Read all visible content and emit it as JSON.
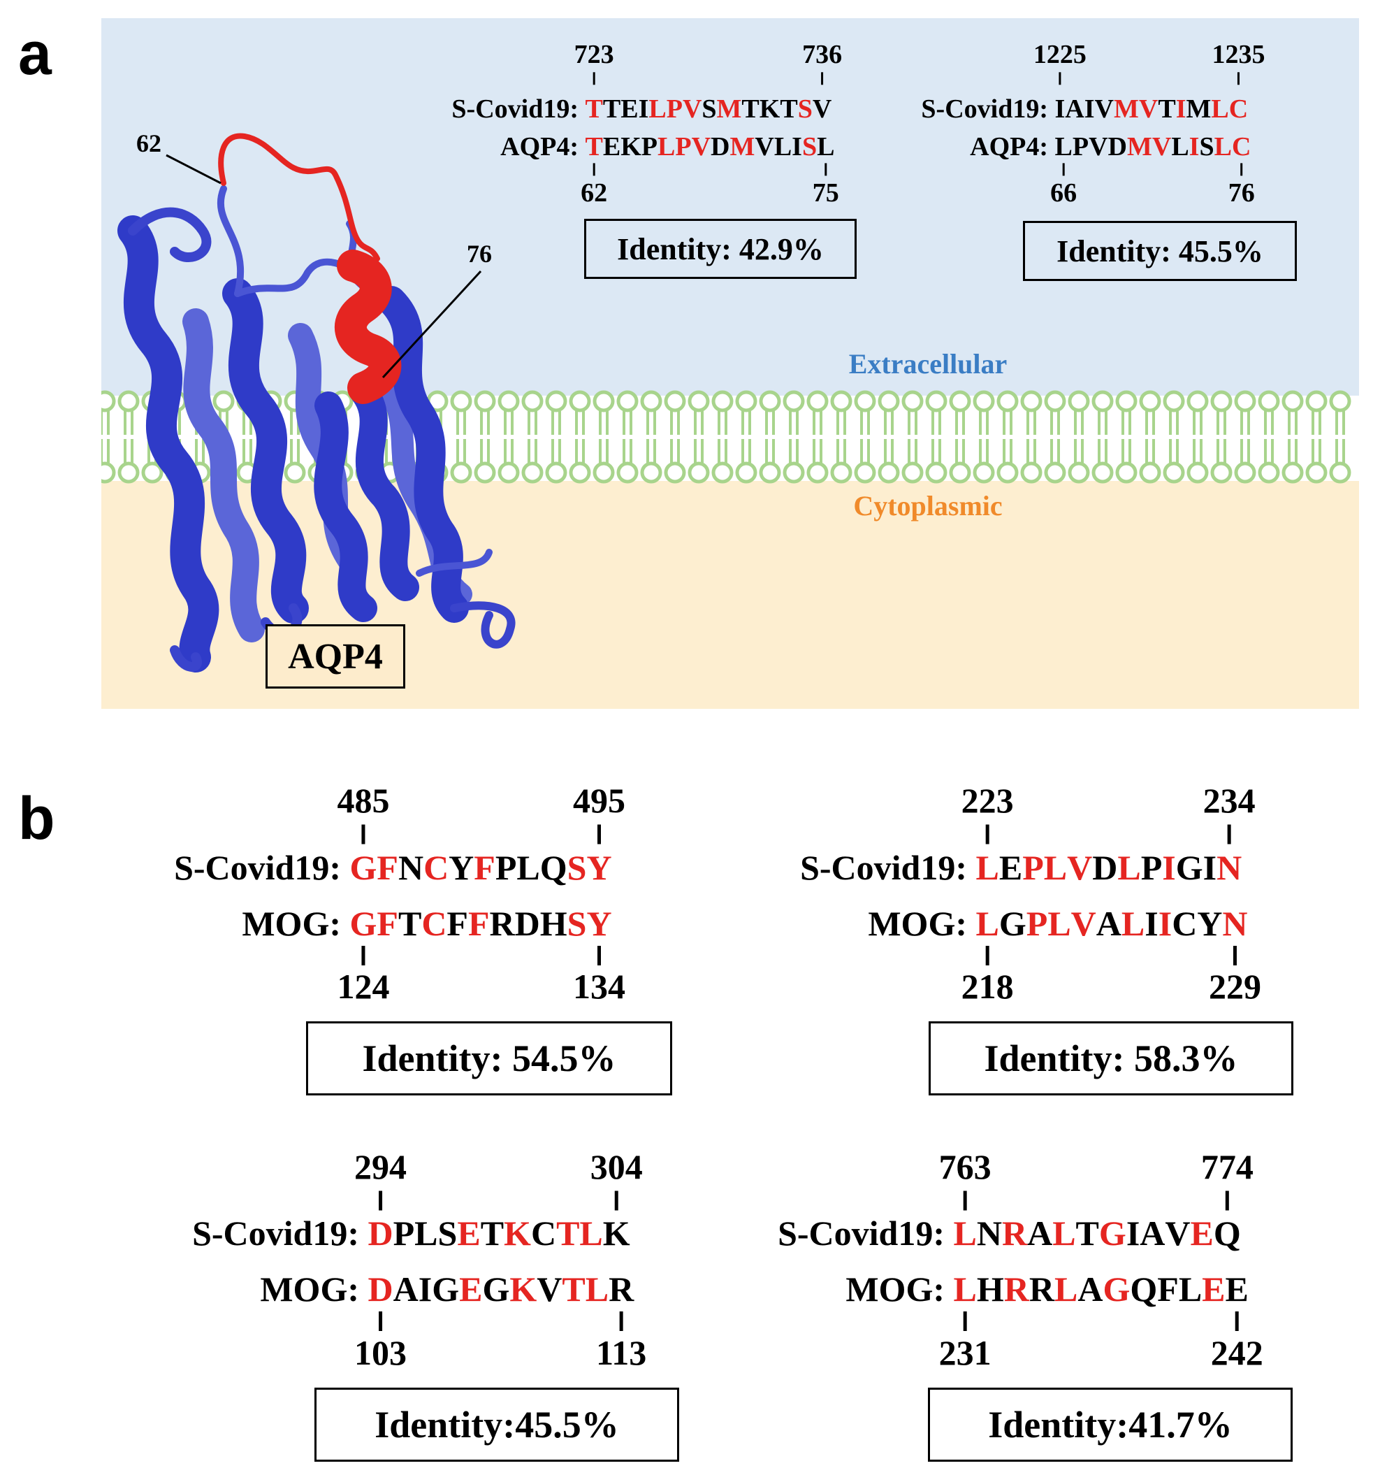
{
  "panel_a": {
    "letter": "a",
    "colors": {
      "extracellular_bg": "#dce8f4",
      "cytoplasmic_bg": "#fdeed0",
      "membrane": "#a8d48c",
      "protein": "#2f3bc8",
      "highlight": "#e52521",
      "extracellular_text": "#3a7dc4",
      "cytoplasmic_text": "#f08a2a"
    },
    "extracellular_label": "Extracellular",
    "cytoplasmic_label": "Cytoplasmic",
    "protein_label": "AQP4",
    "structure_markers": [
      "62",
      "76"
    ],
    "alignments": [
      {
        "top_start": "723",
        "top_end": "736",
        "row1_name": "S-Covid19: ",
        "row1_residues": [
          [
            "T",
            1
          ],
          [
            "T",
            0
          ],
          [
            "E",
            0
          ],
          [
            "I",
            0
          ],
          [
            "L",
            1
          ],
          [
            "P",
            1
          ],
          [
            "V",
            1
          ],
          [
            "S",
            0
          ],
          [
            "M",
            1
          ],
          [
            "T",
            0
          ],
          [
            "K",
            0
          ],
          [
            "T",
            0
          ],
          [
            "S",
            1
          ],
          [
            "V",
            0
          ]
        ],
        "row2_name": "AQP4: ",
        "row2_residues": [
          [
            "T",
            1
          ],
          [
            "E",
            0
          ],
          [
            "K",
            0
          ],
          [
            "P",
            0
          ],
          [
            "L",
            1
          ],
          [
            "P",
            1
          ],
          [
            "V",
            1
          ],
          [
            "D",
            0
          ],
          [
            "M",
            1
          ],
          [
            "V",
            0
          ],
          [
            "L",
            0
          ],
          [
            "I",
            0
          ],
          [
            "S",
            1
          ],
          [
            "L",
            0
          ]
        ],
        "bottom_start": "62",
        "bottom_end": "75",
        "identity": "Identity: 42.9%"
      },
      {
        "top_start": "1225",
        "top_end": "1235",
        "row1_name": "S-Covid19: ",
        "row1_residues": [
          [
            "I",
            0
          ],
          [
            "A",
            0
          ],
          [
            "I",
            0
          ],
          [
            "V",
            0
          ],
          [
            "M",
            1
          ],
          [
            "V",
            1
          ],
          [
            "T",
            0
          ],
          [
            "I",
            1
          ],
          [
            "M",
            0
          ],
          [
            "L",
            1
          ],
          [
            "C",
            1
          ]
        ],
        "row2_name": "AQP4: ",
        "row2_residues": [
          [
            "L",
            0
          ],
          [
            "P",
            0
          ],
          [
            "V",
            0
          ],
          [
            "D",
            0
          ],
          [
            "M",
            1
          ],
          [
            "V",
            1
          ],
          [
            "L",
            0
          ],
          [
            "I",
            1
          ],
          [
            "S",
            0
          ],
          [
            "L",
            1
          ],
          [
            "C",
            1
          ]
        ],
        "bottom_start": "66",
        "bottom_end": "76",
        "identity": "Identity: 45.5%"
      }
    ]
  },
  "panel_b": {
    "letter": "b",
    "alignments": [
      {
        "top_start": "485",
        "top_end": "495",
        "row1_name": "S-Covid19: ",
        "row1_residues": [
          [
            "G",
            1
          ],
          [
            "F",
            1
          ],
          [
            "N",
            0
          ],
          [
            "C",
            1
          ],
          [
            "Y",
            0
          ],
          [
            "F",
            1
          ],
          [
            "P",
            0
          ],
          [
            "L",
            0
          ],
          [
            "Q",
            0
          ],
          [
            "S",
            1
          ],
          [
            "Y",
            1
          ]
        ],
        "row2_name": "MOG: ",
        "row2_residues": [
          [
            "G",
            1
          ],
          [
            "F",
            1
          ],
          [
            "T",
            0
          ],
          [
            "C",
            1
          ],
          [
            "F",
            0
          ],
          [
            "F",
            1
          ],
          [
            "R",
            0
          ],
          [
            "D",
            0
          ],
          [
            "H",
            0
          ],
          [
            "S",
            1
          ],
          [
            "Y",
            1
          ]
        ],
        "bottom_start": "124",
        "bottom_end": "134",
        "identity": "Identity: 54.5%"
      },
      {
        "top_start": "223",
        "top_end": "234",
        "row1_name": "S-Covid19:  ",
        "row1_residues": [
          [
            "L",
            1
          ],
          [
            "E",
            0
          ],
          [
            "P",
            1
          ],
          [
            "L",
            1
          ],
          [
            "V",
            1
          ],
          [
            "D",
            0
          ],
          [
            "L",
            1
          ],
          [
            "P",
            0
          ],
          [
            "I",
            1
          ],
          [
            "G",
            0
          ],
          [
            "I",
            0
          ],
          [
            "N",
            1
          ]
        ],
        "row2_name": "MOG:  ",
        "row2_residues": [
          [
            "L",
            1
          ],
          [
            "G",
            0
          ],
          [
            "P",
            1
          ],
          [
            "L",
            1
          ],
          [
            "V",
            1
          ],
          [
            "A",
            0
          ],
          [
            "L",
            1
          ],
          [
            "I",
            0
          ],
          [
            "I",
            1
          ],
          [
            "C",
            0
          ],
          [
            "Y",
            0
          ],
          [
            "N",
            1
          ]
        ],
        "bottom_start": "218",
        "bottom_end": "229",
        "identity": "Identity: 58.3%"
      },
      {
        "top_start": "294",
        "top_end": "304",
        "row1_name": "S-Covid19:  ",
        "row1_residues": [
          [
            "D",
            1
          ],
          [
            "P",
            0
          ],
          [
            "L",
            0
          ],
          [
            "S",
            0
          ],
          [
            "E",
            1
          ],
          [
            "T",
            0
          ],
          [
            "K",
            1
          ],
          [
            "C",
            0
          ],
          [
            "T",
            1
          ],
          [
            "L",
            1
          ],
          [
            "K",
            0
          ]
        ],
        "row2_name": "MOG: ",
        "row2_residues": [
          [
            "D",
            1
          ],
          [
            "A",
            0
          ],
          [
            "I",
            0
          ],
          [
            "G",
            0
          ],
          [
            "E",
            1
          ],
          [
            "G",
            0
          ],
          [
            "K",
            1
          ],
          [
            "V",
            0
          ],
          [
            "T",
            1
          ],
          [
            "L",
            1
          ],
          [
            "R",
            0
          ]
        ],
        "bottom_start": "103",
        "bottom_end": "113",
        "identity": "Identity:45.5%"
      },
      {
        "top_start": "763",
        "top_end": "774",
        "row1_name": "S-Covid19:  ",
        "row1_residues": [
          [
            "L",
            1
          ],
          [
            "N",
            0
          ],
          [
            "R",
            1
          ],
          [
            "A",
            0
          ],
          [
            "L",
            1
          ],
          [
            "T",
            0
          ],
          [
            "G",
            1
          ],
          [
            "I",
            0
          ],
          [
            "A",
            0
          ],
          [
            "V",
            0
          ],
          [
            "E",
            1
          ],
          [
            "Q",
            0
          ]
        ],
        "row2_name": "MOG: ",
        "row2_residues": [
          [
            "L",
            1
          ],
          [
            "H",
            0
          ],
          [
            "R",
            1
          ],
          [
            "R",
            0
          ],
          [
            "L",
            1
          ],
          [
            "A",
            0
          ],
          [
            "G",
            1
          ],
          [
            "Q",
            0
          ],
          [
            "F",
            0
          ],
          [
            "L",
            0
          ],
          [
            "E",
            1
          ],
          [
            "E",
            0
          ]
        ],
        "bottom_start": "231",
        "bottom_end": "242",
        "identity": "Identity:41.7%"
      }
    ]
  }
}
